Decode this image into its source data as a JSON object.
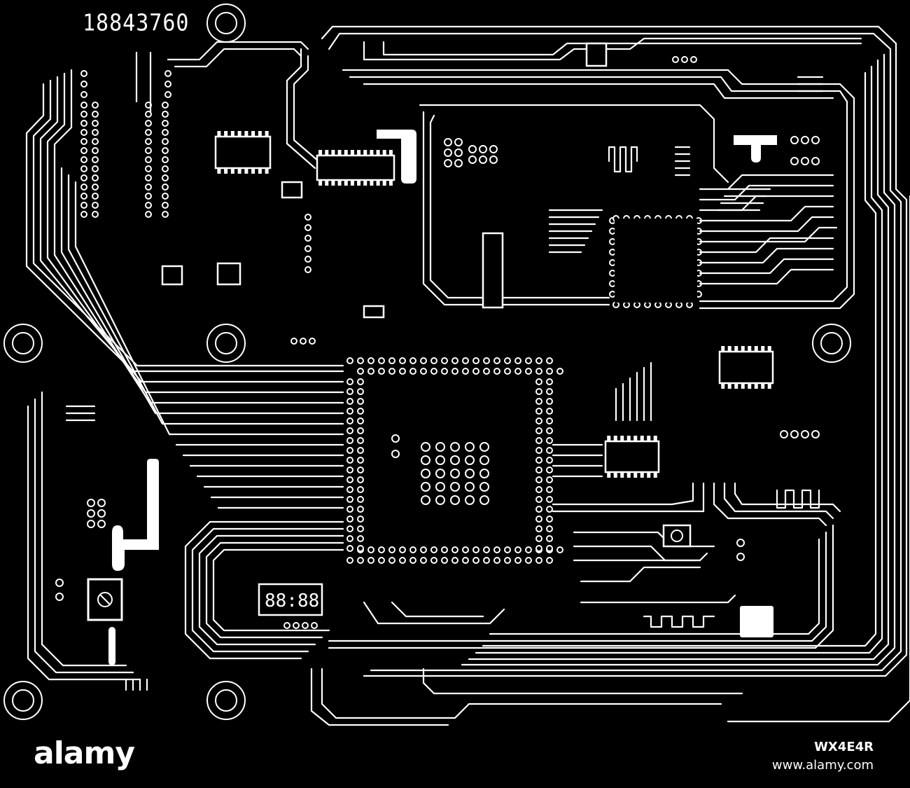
{
  "board": {
    "serial_label": "18843760",
    "display_label": "88:88",
    "background": "#000000",
    "trace_color": "#ffffff"
  },
  "watermark": {
    "brand": "alamy",
    "image_id": "WX4E4R",
    "url": "www.alamy.com"
  }
}
